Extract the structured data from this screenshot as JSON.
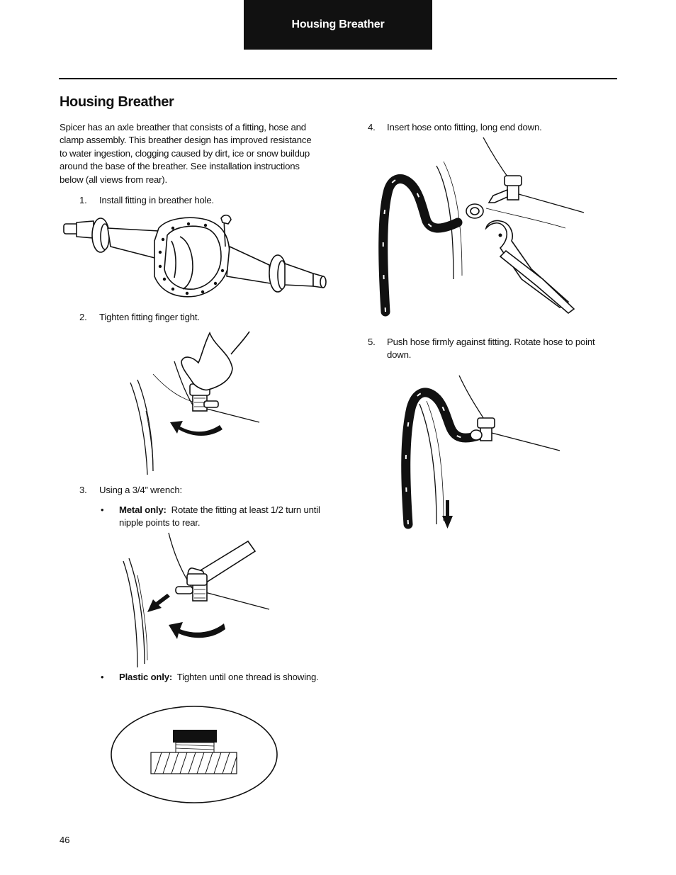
{
  "header": {
    "tab_label": "Housing Breather"
  },
  "section": {
    "title": "Housing Breather",
    "intro": "Spicer has  an axle breather  that consists of a fitting, hose and clamp  assembly.  This  breather  design  has improved resistance to water ingestion, clogging caused by dirt, ice or snow buildup around the base of the breather. See installation instructions  below  (all  views  from  rear)."
  },
  "steps": [
    {
      "num": "1.",
      "text": "Install  fitting  in  breather  hole."
    },
    {
      "num": "2.",
      "text": "Tighten fitting finger tight."
    },
    {
      "num": "3.",
      "text": "Using  a 3/4” wrench:"
    },
    {
      "num": "4.",
      "text": "Insert hose onto fitting, long end down."
    },
    {
      "num": "5.",
      "text": "Push hose firmly against fitting. Rotate hose to point down."
    }
  ],
  "bullets": [
    {
      "mark": "•",
      "label": "Metal only:",
      "text": "Rotate the fitting at least 1/2 turn until nipple points to rear."
    },
    {
      "mark": "•",
      "label": "Plastic only:",
      "text": "Tighten until one thread is showing."
    }
  ],
  "footer": {
    "page_number": "46"
  }
}
